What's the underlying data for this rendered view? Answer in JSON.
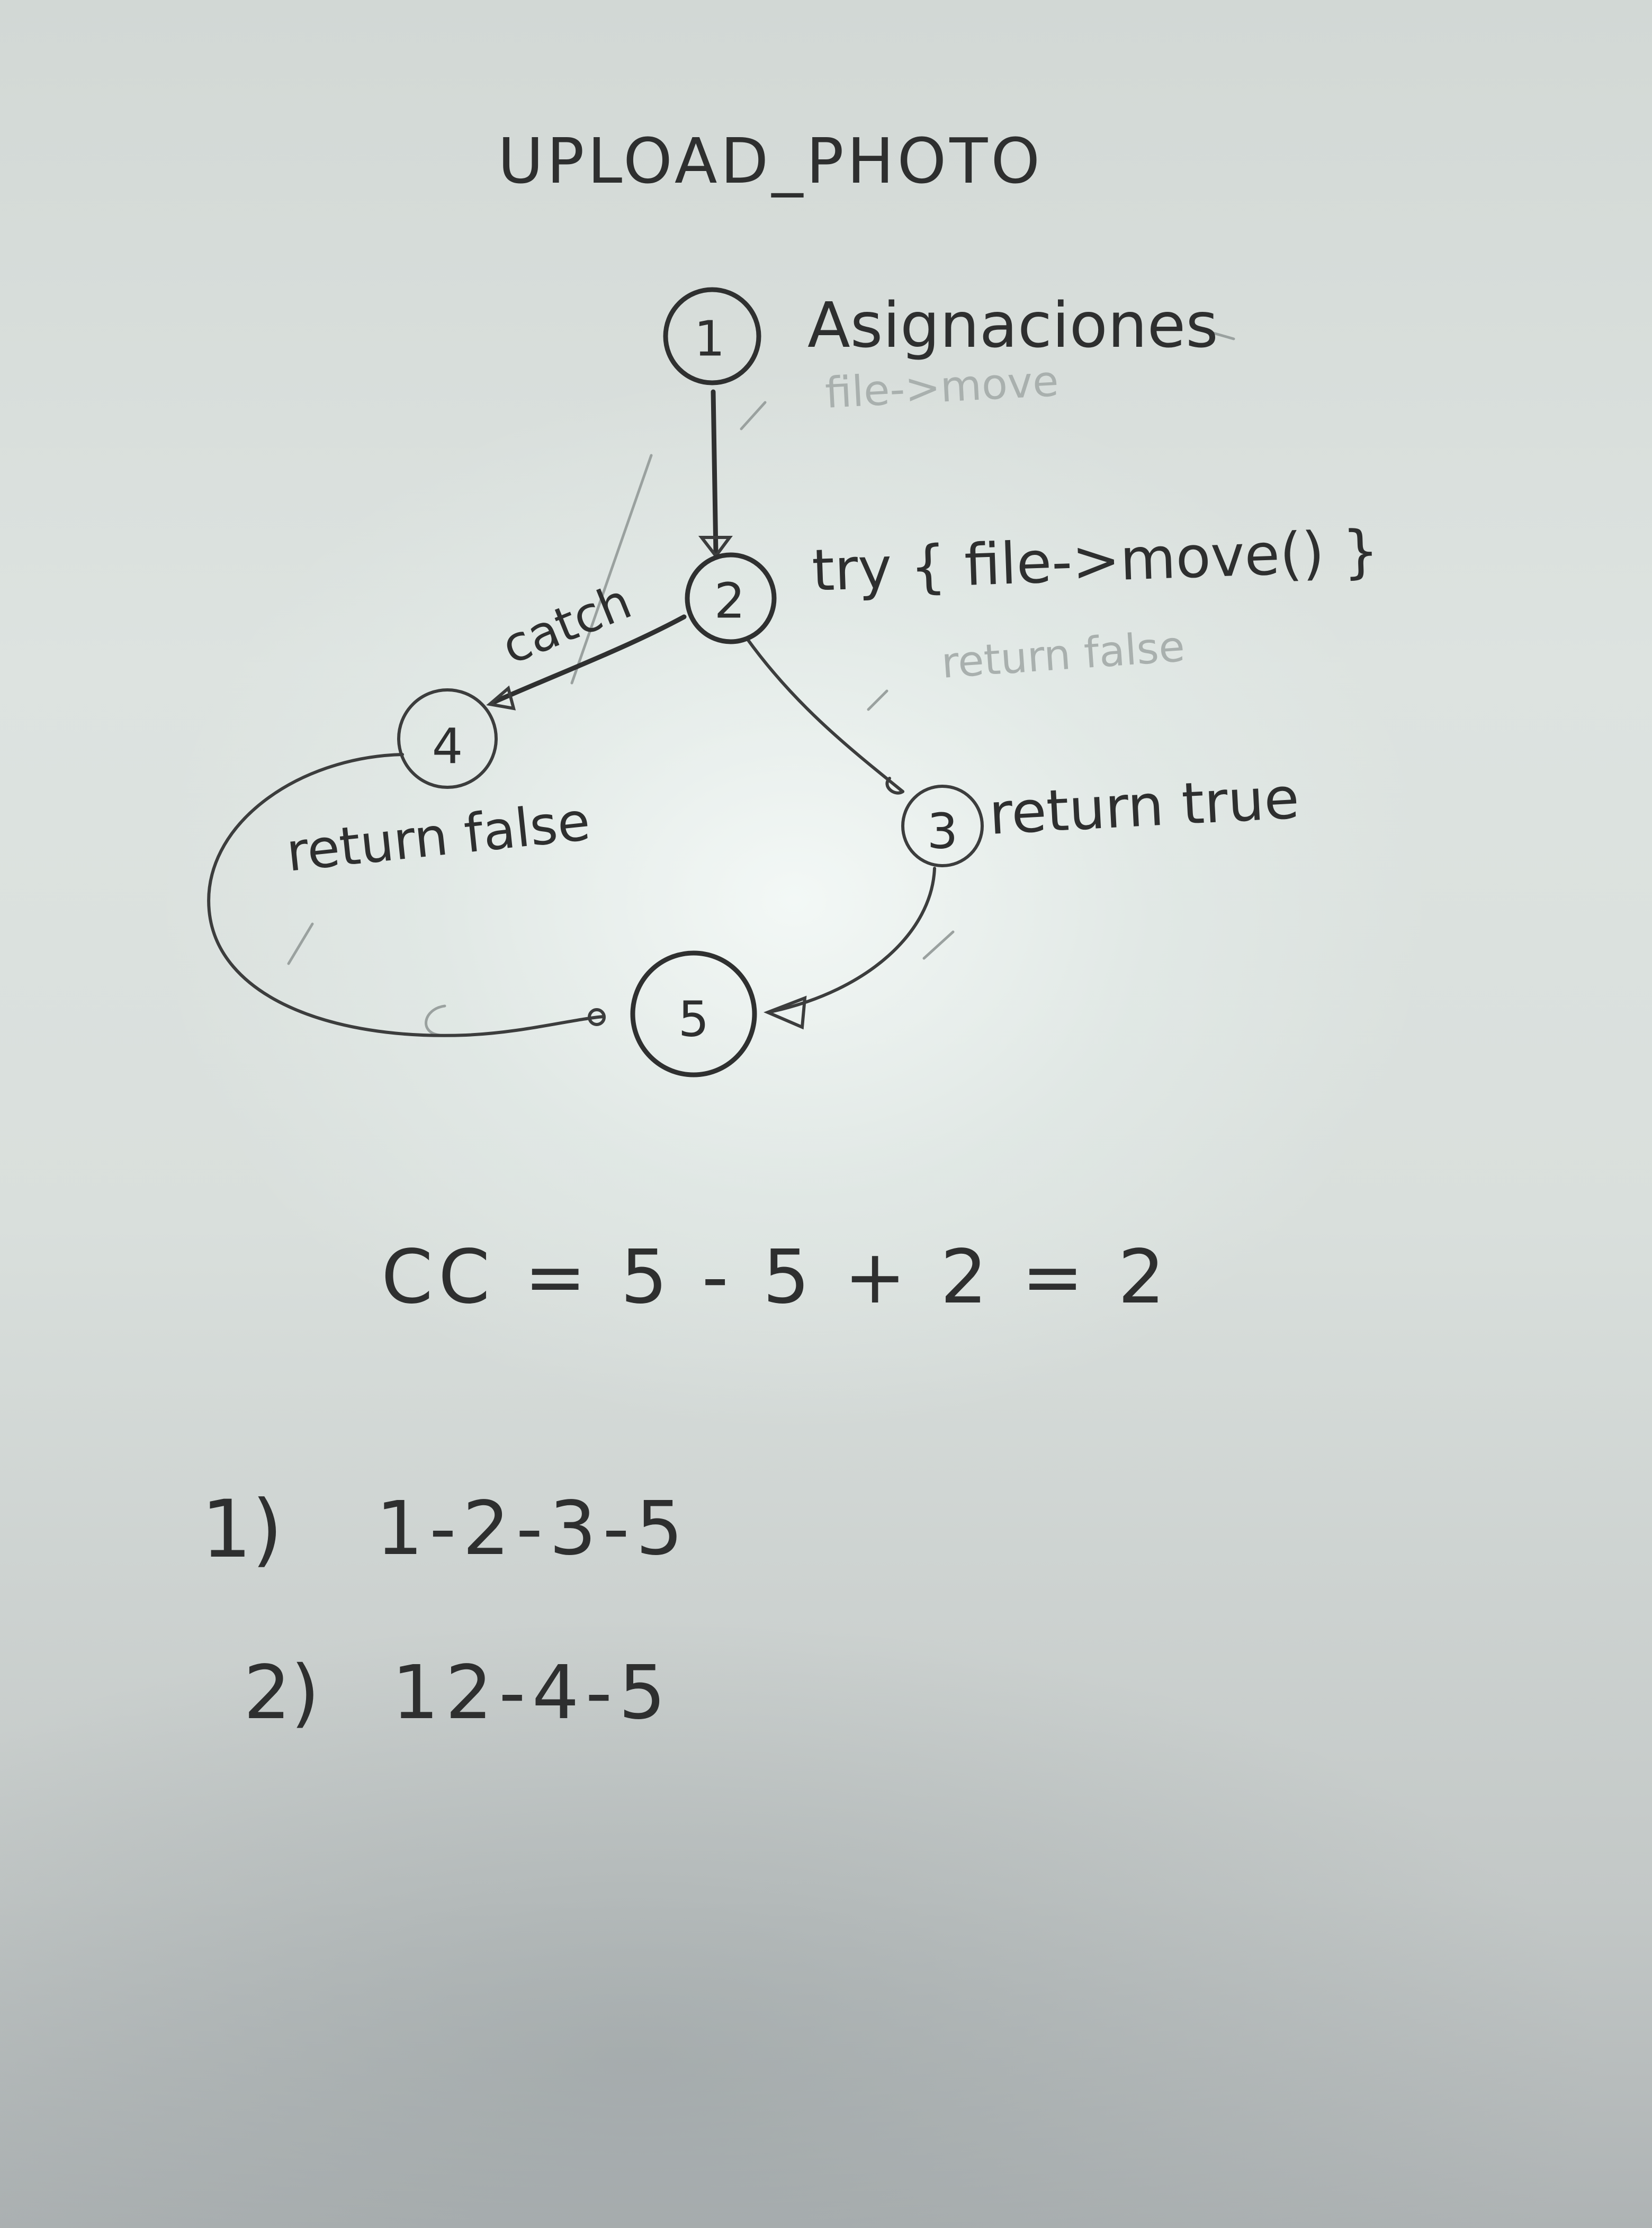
{
  "title": "UPLOAD_PHOTO",
  "nodes": [
    {
      "id": "1",
      "label": "Asignaciones"
    },
    {
      "id": "2",
      "label": "try { file->move() }"
    },
    {
      "id": "3",
      "label": "return true"
    },
    {
      "id": "4",
      "label": "return false"
    },
    {
      "id": "5",
      "label": ""
    }
  ],
  "edges": [
    {
      "from": "1",
      "to": "2",
      "label": ""
    },
    {
      "from": "2",
      "to": "4",
      "label": "catch"
    },
    {
      "from": "2",
      "to": "3",
      "label": ""
    },
    {
      "from": "3",
      "to": "5",
      "label": ""
    },
    {
      "from": "4",
      "to": "5",
      "label": ""
    }
  ],
  "faint_marks": [
    "file->move",
    "return false"
  ],
  "formula": "CC = 5 - 5 + 2 = 2",
  "paths": [
    {
      "label": "1)",
      "value": "1-2-3-5"
    },
    {
      "label": "2)",
      "value": "12-4-5"
    }
  ],
  "colors": {
    "ink": "#2f3030",
    "paper": "#dde3e0",
    "faint": "#a9b0ae"
  }
}
